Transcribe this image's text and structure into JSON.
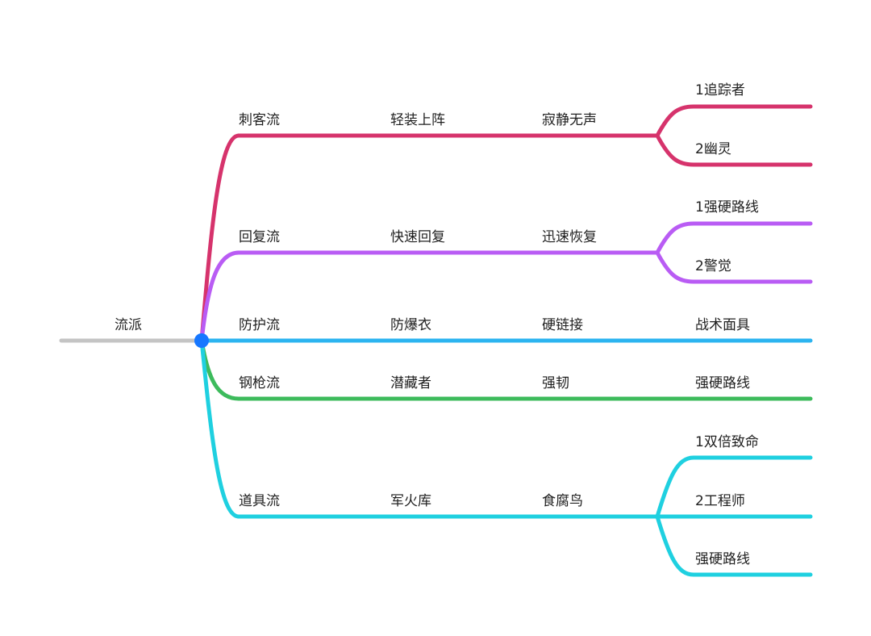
{
  "root": {
    "label": "流派",
    "line_color": "#c4c4c4",
    "node_color": "#1677ff"
  },
  "branches": [
    {
      "label": "刺客流",
      "color": "#d6336c",
      "level2": "轻装上阵",
      "level3": "寂静无声",
      "leaves": [
        "1追踪者",
        "2幽灵"
      ]
    },
    {
      "label": "回复流",
      "color": "#b95cf4",
      "level2": "快速回复",
      "level3": "迅速恢复",
      "leaves": [
        "1强硬路线",
        "2警觉"
      ]
    },
    {
      "label": "防护流",
      "color": "#2cb4f0",
      "level2": "防爆衣",
      "level3": "硬链接",
      "leaves": [
        "战术面具"
      ]
    },
    {
      "label": "钢枪流",
      "color": "#3dbb5c",
      "level2": "潜藏者",
      "level3": "强韧",
      "leaves": [
        "强硬路线"
      ]
    },
    {
      "label": "道具流",
      "color": "#1fd0e0",
      "level2": "军火库",
      "level3": "食腐鸟",
      "leaves": [
        "1双倍致命",
        "2工程师",
        "强硬路线"
      ]
    }
  ]
}
